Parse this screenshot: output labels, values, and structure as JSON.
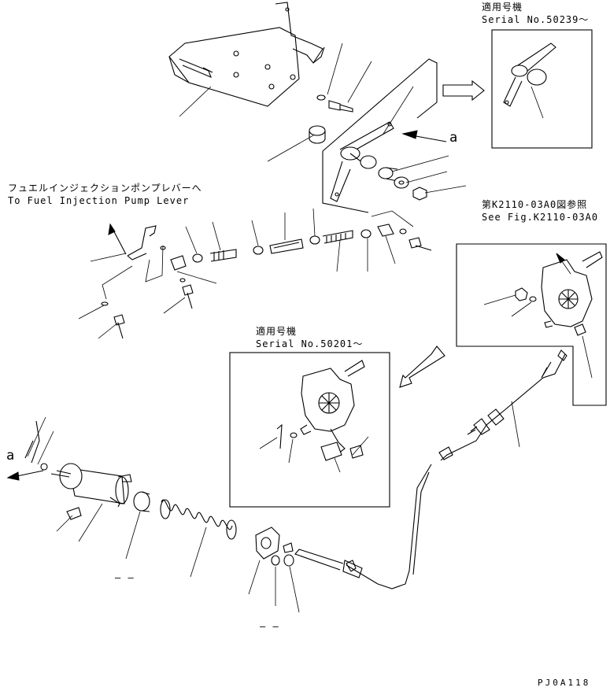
{
  "figure_code": "PJ0A118",
  "callout_a": "a",
  "dash_marks": [
    "– –",
    "– –"
  ],
  "inset_top_right": {
    "line1": "適用号機",
    "line2": "Serial No.50239〜"
  },
  "inset_center": {
    "line1": "適用号機",
    "line2": "Serial No.50201〜"
  },
  "ref_note": {
    "line1": "第K2110-03A0図参照",
    "line2": "See Fig.K2110-03A0"
  },
  "pump_lever_note": {
    "line1": "フュエルインジェクションポンプレバーへ",
    "line2": "To Fuel Injection Pump Lever"
  }
}
